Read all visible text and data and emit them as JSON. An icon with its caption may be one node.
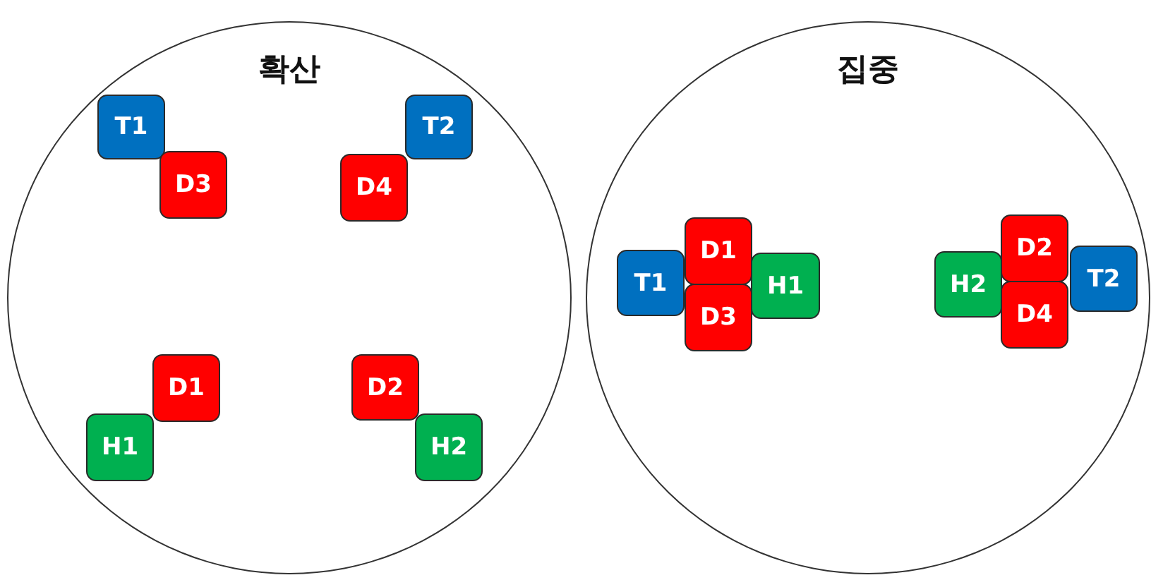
{
  "diagram": {
    "nodes": [
      {
        "text": [
          "확산"
        ]
      },
      {
        "text": [
          "T1"
        ],
        "in": 0
      },
      {
        "text": [
          "T2"
        ],
        "in": 0
      },
      {
        "text": [
          "D3"
        ],
        "in": 0
      },
      {
        "text": [
          "D4"
        ],
        "in": 0
      },
      {
        "text": [
          "D1"
        ],
        "in": 0
      },
      {
        "text": [
          "D2"
        ],
        "in": 0
      },
      {
        "text": [
          "H1"
        ],
        "in": 0
      },
      {
        "text": [
          "H2"
        ],
        "in": 0
      },
      {
        "text": [
          "집중"
        ]
      },
      {
        "text": [
          "D1"
        ],
        "in": 9
      },
      {
        "text": [
          "D2"
        ],
        "in": 9
      },
      {
        "text": [
          "T2"
        ],
        "in": 9
      },
      {
        "text": [
          "T1"
        ],
        "in": 9
      },
      {
        "text": [
          "H2"
        ],
        "in": 9
      },
      {
        "text": [
          "H1"
        ],
        "in": 9
      },
      {
        "text": [
          "D3"
        ],
        "in": 9
      },
      {
        "text": [
          "D4"
        ],
        "in": 9
      }
    ]
  }
}
